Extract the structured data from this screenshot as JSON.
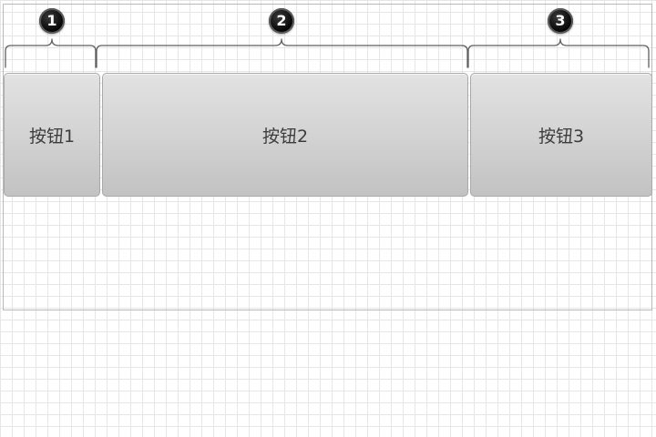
{
  "markers": [
    "1",
    "2",
    "3"
  ],
  "buttons": [
    "按钮1",
    "按钮2",
    "按钮3"
  ]
}
